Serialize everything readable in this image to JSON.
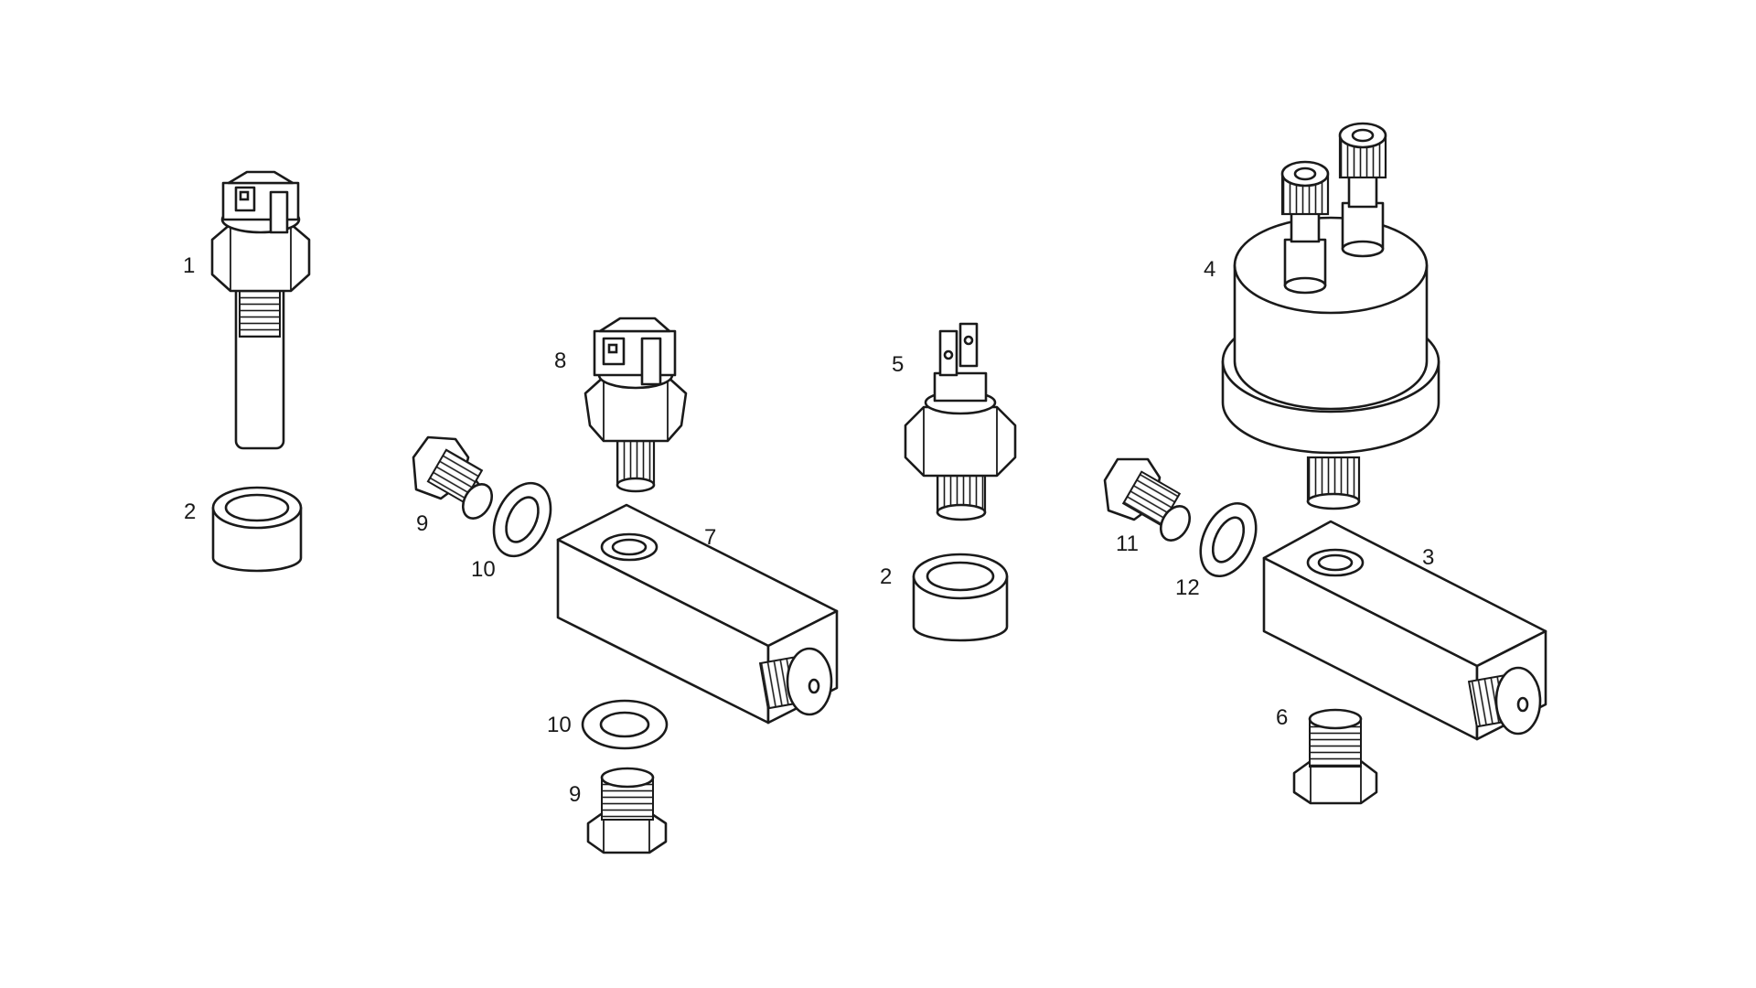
{
  "diagram": {
    "labels": {
      "part_1": "1",
      "part_2_left": "2",
      "part_2_mid": "2",
      "part_3": "3",
      "part_4": "4",
      "part_5": "5",
      "part_6": "6",
      "part_7": "7",
      "part_8": "8",
      "part_9_top": "9",
      "part_9_bottom": "9",
      "part_10_top": "10",
      "part_10_bottom": "10",
      "part_11": "11",
      "part_12": "12"
    }
  }
}
